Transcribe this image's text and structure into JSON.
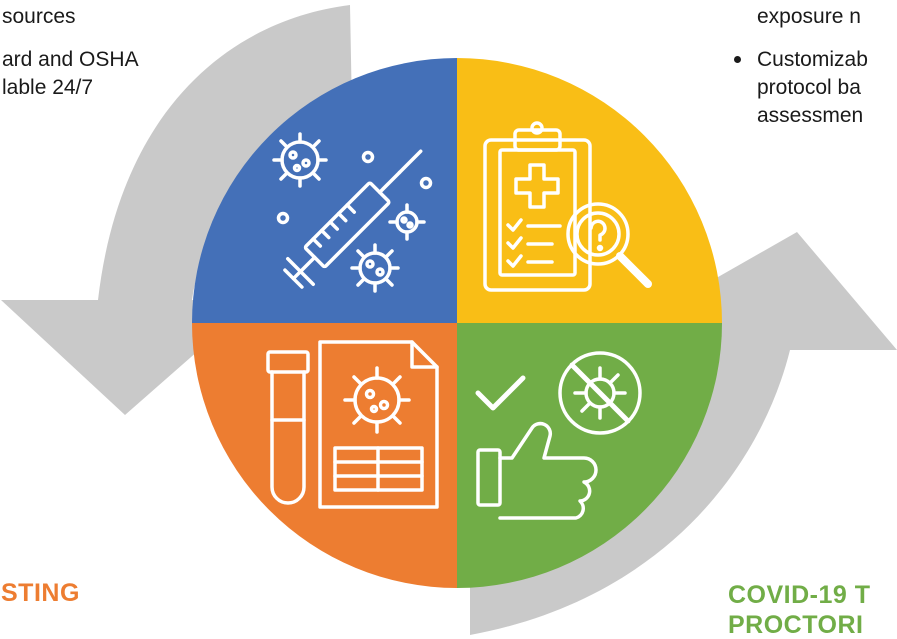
{
  "colors": {
    "blue": "#4470b8",
    "yellow": "#f9be16",
    "orange": "#ed7d31",
    "green": "#71ad47",
    "arrow": "#c9c9c9",
    "testing_heading": "#ed7d31",
    "proctoring_heading": "#71ad47",
    "text": "#1a1a1a"
  },
  "left_text": {
    "line1": "sources",
    "line2": "ard and OSHA",
    "line3": "lable 24/7"
  },
  "right_text": {
    "line1": "exposure n",
    "line2": "Customizab",
    "line3": "protocol ba",
    "line4": "assessmen"
  },
  "headings": {
    "testing": "STING",
    "proctoring_line1": "COVID-19 T",
    "proctoring_line2": "PROCTORI"
  },
  "icons": {
    "top_left": "vaccine-syringe-virus-icon",
    "top_right": "clipboard-medical-search-icon",
    "bottom_left": "test-tube-virus-report-icon",
    "bottom_right": "thumbs-up-no-virus-icon"
  }
}
